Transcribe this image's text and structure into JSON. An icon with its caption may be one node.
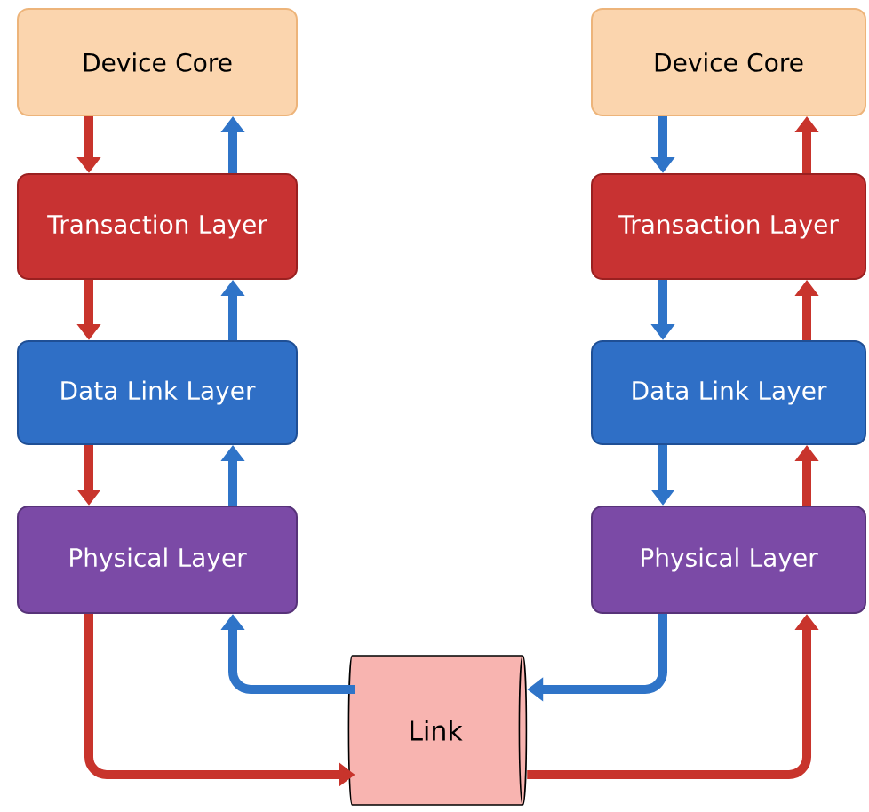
{
  "diagram": {
    "nodes": [
      {
        "text": [
          "Device Core"
        ]
      },
      {
        "text": [
          "Transaction Layer"
        ]
      },
      {
        "text": [
          "Data Link Layer"
        ]
      },
      {
        "text": [
          "Physical Layer"
        ]
      },
      {
        "text": [
          "Device Core"
        ]
      },
      {
        "text": [
          "Transaction Layer"
        ]
      },
      {
        "text": [
          "Data Link Layer"
        ]
      },
      {
        "text": [
          "Physical Layer"
        ]
      },
      {
        "text": [
          "Link"
        ]
      }
    ],
    "edges": [
      {
        "from": 0,
        "to": 1,
        "arrow": "to",
        "color": "#c8342c"
      },
      {
        "from": 1,
        "to": 0,
        "arrow": "to",
        "color": "#2f74c8"
      },
      {
        "from": 1,
        "to": 2,
        "arrow": "to",
        "color": "#c8342c"
      },
      {
        "from": 2,
        "to": 1,
        "arrow": "to",
        "color": "#2f74c8"
      },
      {
        "from": 2,
        "to": 3,
        "arrow": "to",
        "color": "#c8342c"
      },
      {
        "from": 3,
        "to": 2,
        "arrow": "to",
        "color": "#2f74c8"
      },
      {
        "from": 4,
        "to": 5,
        "arrow": "to",
        "color": "#2f74c8"
      },
      {
        "from": 5,
        "to": 4,
        "arrow": "to",
        "color": "#c8342c"
      },
      {
        "from": 5,
        "to": 6,
        "arrow": "to",
        "color": "#2f74c8"
      },
      {
        "from": 6,
        "to": 5,
        "arrow": "to",
        "color": "#c8342c"
      },
      {
        "from": 6,
        "to": 7,
        "arrow": "to",
        "color": "#2f74c8"
      },
      {
        "from": 7,
        "to": 6,
        "arrow": "to",
        "color": "#c8342c"
      },
      {
        "from": 3,
        "to": 8,
        "arrow": "to",
        "color": "#c8342c"
      },
      {
        "from": 8,
        "to": 3,
        "arrow": "to",
        "color": "#2f74c8"
      },
      {
        "from": 8,
        "to": 7,
        "arrow": "to",
        "color": "#c8342c"
      },
      {
        "from": 7,
        "to": 8,
        "arrow": "to",
        "color": "#2f74c8"
      }
    ]
  }
}
